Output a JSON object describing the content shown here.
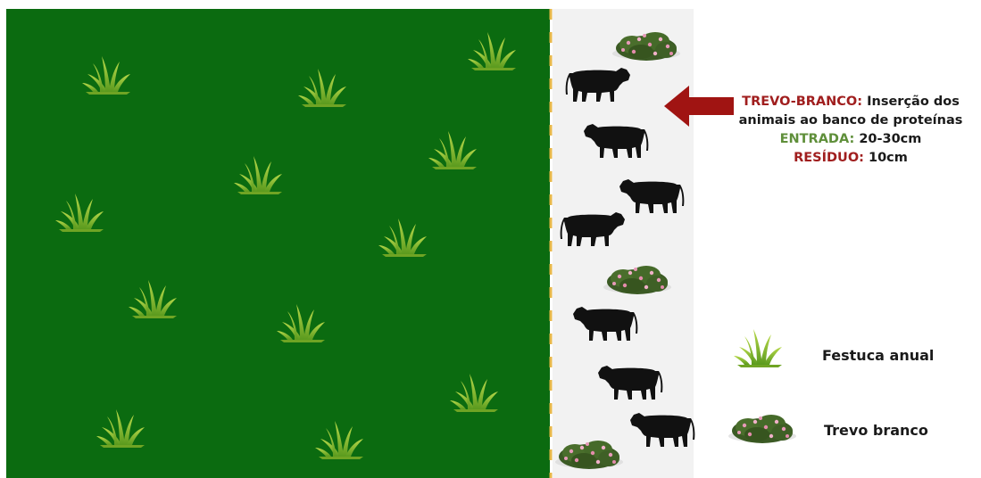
{
  "annotation": {
    "line1_key": "TREVO-BRANCO:",
    "line1_text": "Inserção dos",
    "line2_text": "animais ao banco de proteínas",
    "entrada_key": "ENTRADA:",
    "entrada_value": "20-30cm",
    "residuo_key": "RESÍDUO:",
    "residuo_value": "10cm"
  },
  "legend": {
    "grass_label": "Festuca anual",
    "clover_label": "Trevo branco"
  },
  "colors": {
    "pasture": "#0b6b10",
    "strip": "#f2f2f2",
    "fence": "#e8b84a",
    "arrow": "#a01412",
    "grass": "#86b92d",
    "clover": "#3f5a26",
    "cow": "#111111"
  }
}
